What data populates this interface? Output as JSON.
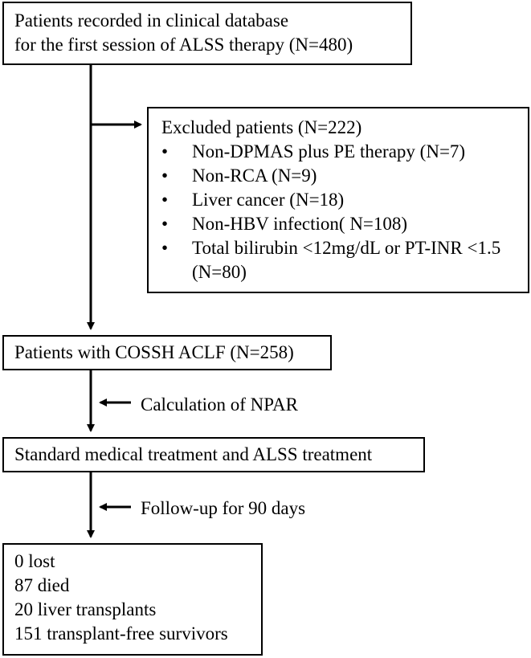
{
  "start": {
    "lines": [
      "Patients recorded in clinical database",
      "for the first session of ALSS therapy (N=480)"
    ]
  },
  "excluded": {
    "title": "Excluded patients (N=222)",
    "items": [
      "Non-DPMAS plus PE therapy (N=7)",
      "Non-RCA (N=9)",
      "Liver cancer (N=18)",
      "Non-HBV infection( N=108)",
      "Total bilirubin <12mg/dL or PT-INR <1.5 (N=80)"
    ],
    "bullet": "•"
  },
  "aclf": {
    "text": "Patients with COSSH ACLF (N=258)"
  },
  "npar": {
    "text": "Calculation of NPAR"
  },
  "treatment": {
    "text": "Standard medical treatment and ALSS treatment"
  },
  "followup": {
    "text": "Follow-up for 90 days"
  },
  "outcome": {
    "lines": [
      "0 lost",
      "87 died",
      "20 liver transplants",
      "151 transplant-free survivors"
    ]
  }
}
